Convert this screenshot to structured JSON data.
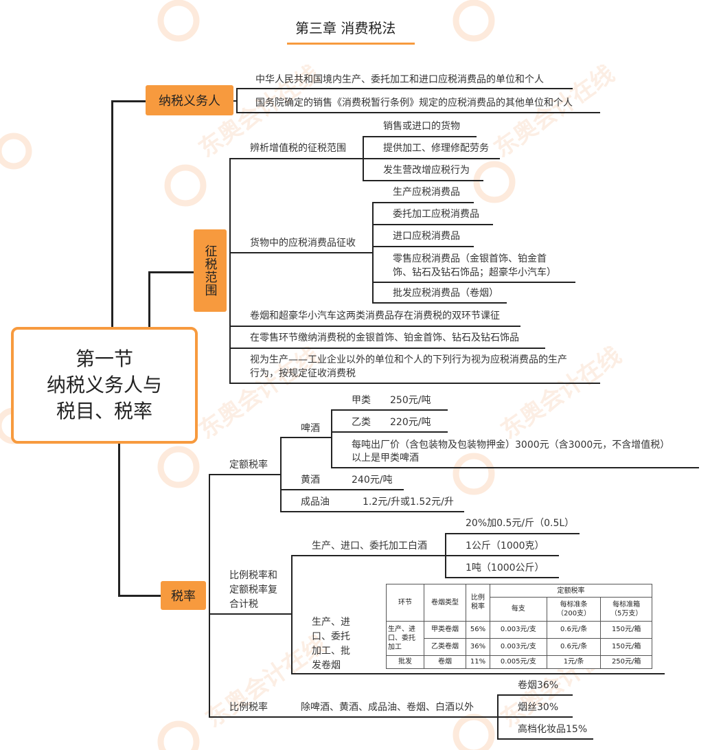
{
  "title": "第三章 消费税法",
  "center": {
    "l1": "第一节",
    "l2": "纳税义务人与",
    "l3": "税目、税率"
  },
  "taxpayer": {
    "label": "纳税义务人",
    "items": [
      "中华人民共和国境内生产、委托加工和进口应税消费品的单位和个人",
      "国务院确定的销售《消费税暂行条例》规定的应税消费品的其他单位和个人"
    ]
  },
  "scope": {
    "label": "征税范围",
    "distinguish": "辨析增值税的征税范围",
    "distinguish_items": [
      "销售或进口的货物",
      "提供加工、修理修配劳务",
      "发生营改增应税行为"
    ],
    "goods": "货物中的应税消费品征收",
    "goods_items": [
      "生产应税消费品",
      "委托加工应税消费品",
      "进口应税消费品"
    ],
    "retail_l1": "零售应税消费品（金银首饰、铂金首",
    "retail_l2": "饰、钻石及钻石饰品；超豪华小汽车）",
    "wholesale": "批发应税消费品（卷烟）",
    "double": "卷烟和超豪华小汽车这两类消费品存在消费税的双环节课征",
    "retail_stage": "在零售环节缴纳消费税的金银首饰、铂金首饰、钻石及钻石饰品",
    "deemed_l1": "视为生产——工业企业以外的单位和个人的下列行为视为应税消费品的生产",
    "deemed_l2": "行为，按规定征收消费税"
  },
  "rates": {
    "label": "税率",
    "fixed": "定额税率",
    "beer": "啤酒",
    "beer_a": "甲类",
    "beer_a_rate": "250元/吨",
    "beer_b": "乙类",
    "beer_b_rate": "220元/吨",
    "beer_note_l1": "每吨出厂价（含包装物及包装物押金）3000元（含3000元，不含增值税）",
    "beer_note_l2": "以上是甲类啤酒",
    "rice_wine": "黄酒",
    "rice_wine_rate": "240元/吨",
    "oil": "成品油",
    "oil_rate": "1.2元/升或1.52元/升",
    "compound_l1": "比例税率和",
    "compound_l2": "定额税率复",
    "compound_l3": "合计税",
    "liquor": "生产、进口、委托加工白酒",
    "liquor_items": [
      "20%加0.5元/斤（0.5L）",
      "1公斤（1000克）",
      "1吨（1000公斤）"
    ],
    "cig_l1": "生产、进",
    "cig_l2": "口、委托",
    "cig_l3": "加工、批",
    "cig_l4": "发卷烟",
    "table": {
      "h_stage": "环节",
      "h_type": "卷烟类型",
      "h_ratio_l1": "比例",
      "h_ratio_l2": "税率",
      "h_fixed": "定额税率",
      "h_each": "每支",
      "h_bar_l1": "每标准条",
      "h_bar_l2": "（200支）",
      "h_box_l1": "每标准箱",
      "h_box_l2": "（5万支）",
      "stage1_l1": "生产、进",
      "stage1_l2": "口、委托",
      "stage1_l3": "加工",
      "rows": [
        {
          "type": "甲类卷烟",
          "ratio": "56%",
          "each": "0.003元/支",
          "bar": "0.6元/条",
          "box": "150元/箱"
        },
        {
          "type": "乙类卷烟",
          "ratio": "36%",
          "each": "0.003元/支",
          "bar": "0.6元/条",
          "box": "150元/箱"
        }
      ],
      "wholesale": {
        "stage": "批发",
        "type": "卷烟",
        "ratio": "11%",
        "each": "0.005元/支",
        "bar": "1元/条",
        "box": "250元/箱"
      }
    },
    "proportional": "比例税率",
    "except": "除啤酒、黄酒、成品油、卷烟、白酒以外",
    "prop_items": [
      "卷烟36%",
      "烟丝30%",
      "高档化妆品15%"
    ]
  },
  "colors": {
    "accent": "#f79a3e",
    "frame": "#f79a3e",
    "line": "#222222"
  }
}
